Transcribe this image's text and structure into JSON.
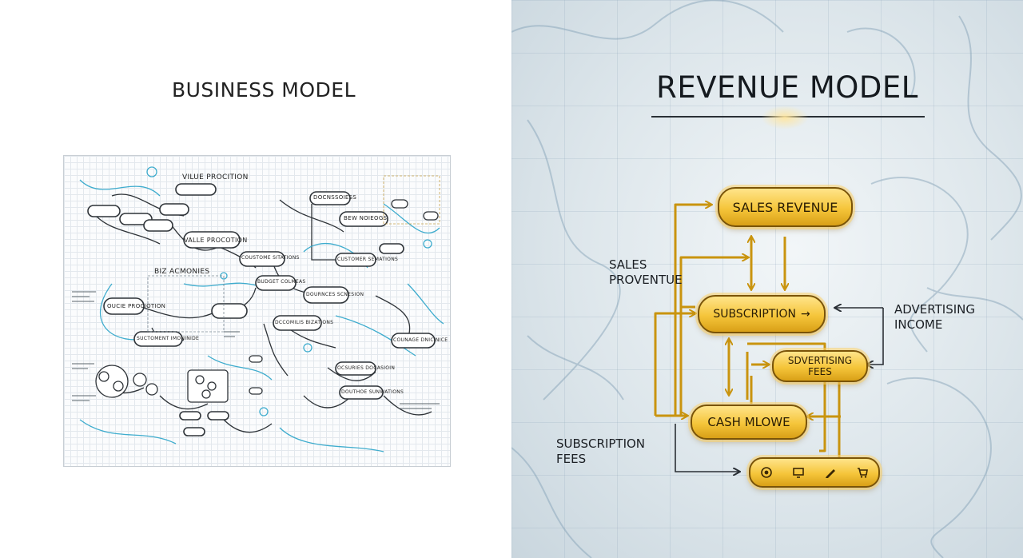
{
  "left": {
    "title": "BUSINESS MODEL",
    "blueprint_labels": [
      "VILUE PROCITION",
      "VALLE PROCOTION",
      "BIZ ACMONIES",
      "OUCIE PROCIOTION",
      "DOCNSSOIESS",
      "BEW NOIEOGS",
      "COUSTOME SITATIONS",
      "CUSTOMER SEMATIONS",
      "BUDGET COLMEAS",
      "DOURNCES SCNESION",
      "SUCTOMENT IMONINIDE",
      "DCCOMILIS BIZATIONS",
      "COUNAGE DNICINICE",
      "OCSURIES DOCASIOIN",
      "DOUTHOE SUNWATIONS"
    ]
  },
  "right": {
    "title": "REVENUE MODEL",
    "nodes": {
      "sales_revenue": "SALES REVENUE",
      "subscription": "SUBSCRIPTION",
      "subscription_arrow": "→",
      "advertising_fees_line1": "SDVERTISING",
      "advertising_fees_line2": "FEES",
      "cash_flow": "CASH MLOWE"
    },
    "side_labels": {
      "sales_proventue_line1": "SALES",
      "sales_proventue_line2": "PROVENTUE",
      "advertising_income_line1": "ADVERTISING",
      "advertising_income_line2": "INCOME",
      "subscription_fees_line1": "SUBSCRIPTION",
      "subscription_fees_line2": "FEES"
    },
    "toolbar_icons": [
      "target-icon",
      "monitor-icon",
      "pen-icon",
      "cart-icon"
    ],
    "colors": {
      "gold_light": "#ffe48a",
      "gold": "#f5c53a",
      "gold_dark": "#d9a017",
      "arrow_gold": "#c9940f",
      "arrow_dark": "#2a2f35",
      "blueprint_cyan": "#2aa4c9"
    }
  }
}
